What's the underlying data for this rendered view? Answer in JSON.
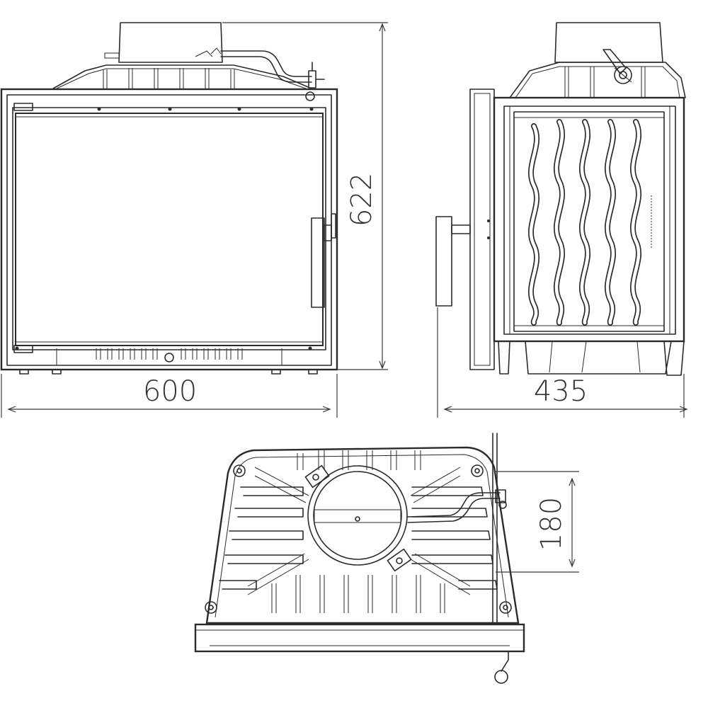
{
  "dimensions": {
    "width": "600",
    "height": "622",
    "depth": "435",
    "flue": "180"
  },
  "colors": {
    "line": "#2b2b2b",
    "background": "#ffffff"
  }
}
